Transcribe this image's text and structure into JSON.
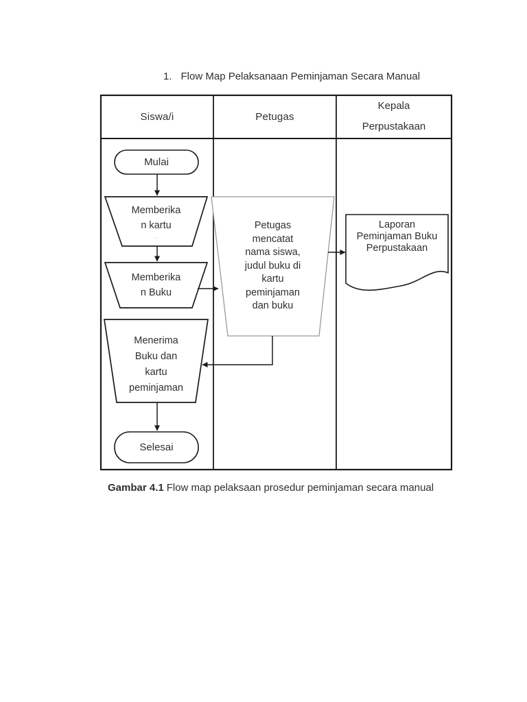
{
  "title": {
    "number": "1.",
    "text": "Flow Map Pelaksanaan Peminjaman Secara Manual"
  },
  "table": {
    "columns": [
      {
        "id": "siswa",
        "lines": [
          "Siswa/i"
        ]
      },
      {
        "id": "petugas",
        "lines": [
          "Petugas"
        ]
      },
      {
        "id": "kepala",
        "lines": [
          "Kepala",
          "Perpustakaan"
        ]
      }
    ]
  },
  "flow": {
    "mulai": {
      "shape": "terminator",
      "label": "Mulai"
    },
    "memberikan_kartu": {
      "shape": "manual-operation",
      "lines": [
        "Memberika",
        "n kartu"
      ],
      "note": "."
    },
    "memberikan_buku": {
      "shape": "manual-operation",
      "lines": [
        "Memberika",
        "n Buku"
      ]
    },
    "petugas_mencatat": {
      "shape": "manual-operation",
      "lines": [
        "Petugas",
        "mencatat",
        "nama siswa,",
        "judul buku di",
        "kartu",
        "peminjaman",
        "dan buku"
      ]
    },
    "laporan": {
      "shape": "document",
      "lines": [
        "Laporan",
        "Peminjaman Buku",
        "Perpustakaan"
      ]
    },
    "menerima": {
      "shape": "manual-operation",
      "lines": [
        "Menerima",
        "Buku dan",
        "kartu",
        "peminjaman"
      ]
    },
    "selesai": {
      "shape": "terminator",
      "label": "Selesai"
    }
  },
  "caption": {
    "bold": "Gambar 4.1",
    "text": "Flow map pelaksaan prosedur peminjaman secara manual"
  },
  "colors": {
    "line": "#1a1a1a",
    "muted_line": "#999999",
    "background": "#ffffff",
    "text": "#2f2f2f"
  }
}
